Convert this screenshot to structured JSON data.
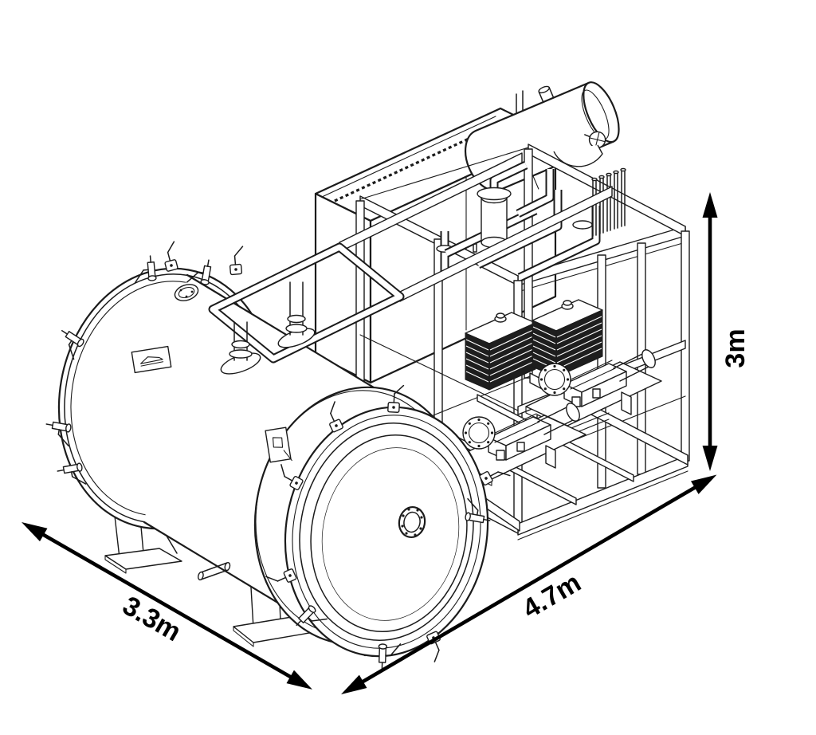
{
  "page": {
    "background": "#ffffff",
    "ink_color": "#1b1b1b"
  },
  "drawing": {
    "type": "isometric technical line drawing",
    "subject": "Skid-mounted industrial freeze dryer: horizontal vacuum chamber with dished door beside an open pump/piping frame"
  },
  "dimensions": {
    "width_label": "3.3m",
    "depth_label": "4.7m",
    "height_label": "3m"
  },
  "components": {
    "vacuum_chamber": "horizontal cylindrical chamber",
    "chamber_door": "full-diameter dished door with bolted sight-glass",
    "door_clamps": "perimeter swing clamps",
    "rim_valves": "lever valves on rim nozzles",
    "support_legs": "two plate legs with base pads",
    "vapor_duct": "rounded rectangular duct loop with two flanged risers",
    "skid_frame": "welded open box frame",
    "electrical_cabinet": "rear cabinet",
    "receiver_tank": "horizontal receiver tank on frame top",
    "heat_exchanger_blocks": "two finned blocks",
    "vacuum_pumps": "two pump-motor assemblies on pedestals",
    "process_piping": "elbowed and flanged interconnecting piping",
    "brand_marking": "illegible engraved lettering on cabinet top edge"
  }
}
